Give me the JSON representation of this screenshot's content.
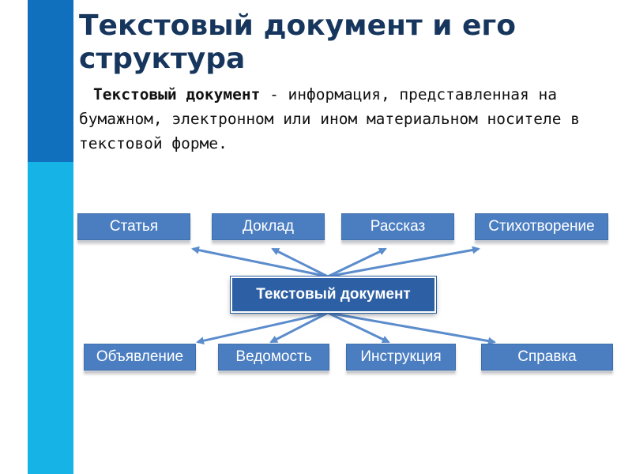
{
  "slide": {
    "title": "Текстовый документ и его структура",
    "definition_term": "Текстовый документ",
    "definition_rest": " - информация, представленная на бумажном, электронном или ином материальном носителе в текстовой форме."
  },
  "diagram": {
    "center": "Текстовый документ",
    "top": [
      "Статья",
      "Доклад",
      "Рассказ",
      "Стихотворение"
    ],
    "bottom": [
      "Объявление",
      "Ведомость",
      "Инструкция",
      "Справка"
    ]
  },
  "colors": {
    "accent_dark": "#1070bd",
    "accent_light": "#16b4e6",
    "title": "#17365d",
    "box": "#4b7ec1",
    "center_box": "#2c5fa3",
    "arrow": "#5b8ccc"
  }
}
